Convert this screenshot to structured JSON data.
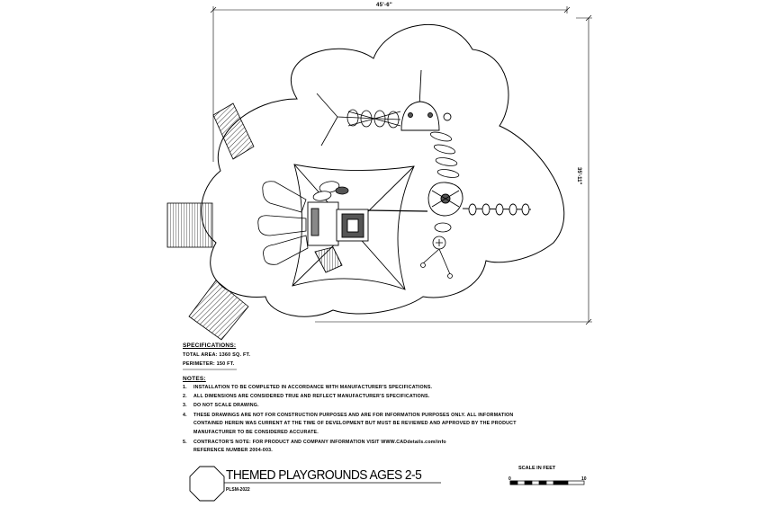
{
  "dimensions": {
    "width_label": "45'-6\"",
    "height_label": "35'-11\""
  },
  "specifications": {
    "heading": "SPECIFICATIONS:",
    "total_area": "TOTAL AREA: 1360 SQ. FT.",
    "perimeter": "PERIMETER: 150 FT."
  },
  "notes": {
    "heading": "NOTES:",
    "items": [
      {
        "num": "1.",
        "text": "INSTALLATION TO BE COMPLETED IN ACCORDANCE WITH MANUFACTURER'S SPECIFICATIONS."
      },
      {
        "num": "2.",
        "text": "ALL DIMENSIONS ARE CONSIDERED TRUE AND REFLECT MANUFACTURER'S SPECIFICATIONS."
      },
      {
        "num": "3.",
        "text": "DO NOT SCALE DRAWING."
      },
      {
        "num": "4.",
        "text": "THESE DRAWINGS ARE NOT FOR CONSTRUCTION PURPOSES AND ARE FOR INFORMATION PURPOSES ONLY. ALL INFORMATION"
      },
      {
        "num": "5.",
        "text": "CONTRACTOR'S NOTE: FOR PRODUCT AND COMPANY INFORMATION VISIT WWW.CADdetails.com/info"
      }
    ],
    "item4_cont1": "CONTAINED HEREIN WAS CURRENT AT THE TIME OF DEVELOPMENT BUT MUST BE REVIEWED AND APPROVED BY THE PRODUCT",
    "item4_cont2": "MANUFACTURER TO BE CONSIDERED ACCURATE.",
    "item5_cont": "REFERENCE NUMBER 2004-003."
  },
  "title_block": {
    "title": "THEMED PLAYGROUNDS AGES 2-5",
    "subtitle": "PLSM-2022"
  },
  "scale_bar": {
    "label": "SCALE IN FEET",
    "start": "0",
    "end": "10"
  }
}
